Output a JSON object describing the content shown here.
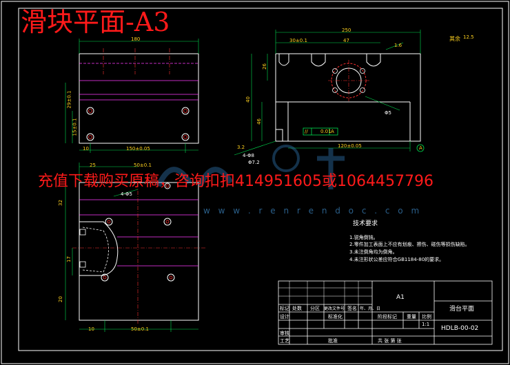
{
  "title": "滑块平面-A3",
  "watermark": {
    "promo": "充值下载购买原稿，咨询扣扣414951605或1064457796",
    "url": "w w w . r e n r e n d o c . c o m"
  },
  "technical_requirements": {
    "title": "技术要求",
    "items": [
      "1.锐角倒钝。",
      "2.零件加工表面上不应有划痕、擦伤、碰伤等损伤缺陷。",
      "3.未注倒角均为倒角。",
      "4.未注形状公差应符合GB1184-80的要求。"
    ]
  },
  "title_block": {
    "sheet_size": "A1",
    "part_name": "滑台平面",
    "drawing_number": "HDLB-00-02",
    "scale": "1:1",
    "material_label": "其余",
    "rows": [
      "标记",
      "处数",
      "分区",
      "更改文件号",
      "签名",
      "年、月、日"
    ],
    "design_label": "设计",
    "standardization_label": "标准化",
    "stage_label": "阶段标记",
    "weight_label": "重量",
    "scale_label": "比例",
    "review_label": "审核",
    "process_label": "工艺",
    "approval_label": "批准",
    "sheet_info": "共  张  第  张"
  },
  "dimensions": {
    "top_width": "180",
    "right_top_width": "250",
    "spacing_1": "30±0.1",
    "spacing_2": "47",
    "angle_1": "1.6",
    "dim_150": "150±0.05",
    "dim_15": "15±0.1",
    "dim_29": "29±0.1",
    "dim_10": "10",
    "dim_20": "20",
    "base_length": "120±0.05",
    "bore_dia": "4-Φ8",
    "bore_dia_2": "Φ7.2",
    "left_bottom_width": "25",
    "left_bottom_center": "50±0.1",
    "left_bottom_holes": "4-Φ5",
    "left_bottom_32": "32",
    "left_bottom_17": "17",
    "roughness": "3.2",
    "rough_label": "12.5",
    "circle_mark": "A",
    "right_dim_40": "40",
    "right_dim_46": "46",
    "right_dim_26": "26",
    "datum": "A",
    "tolerance": "0.01",
    "flatness_label": "//",
    "right_note_d": "Φ5"
  }
}
